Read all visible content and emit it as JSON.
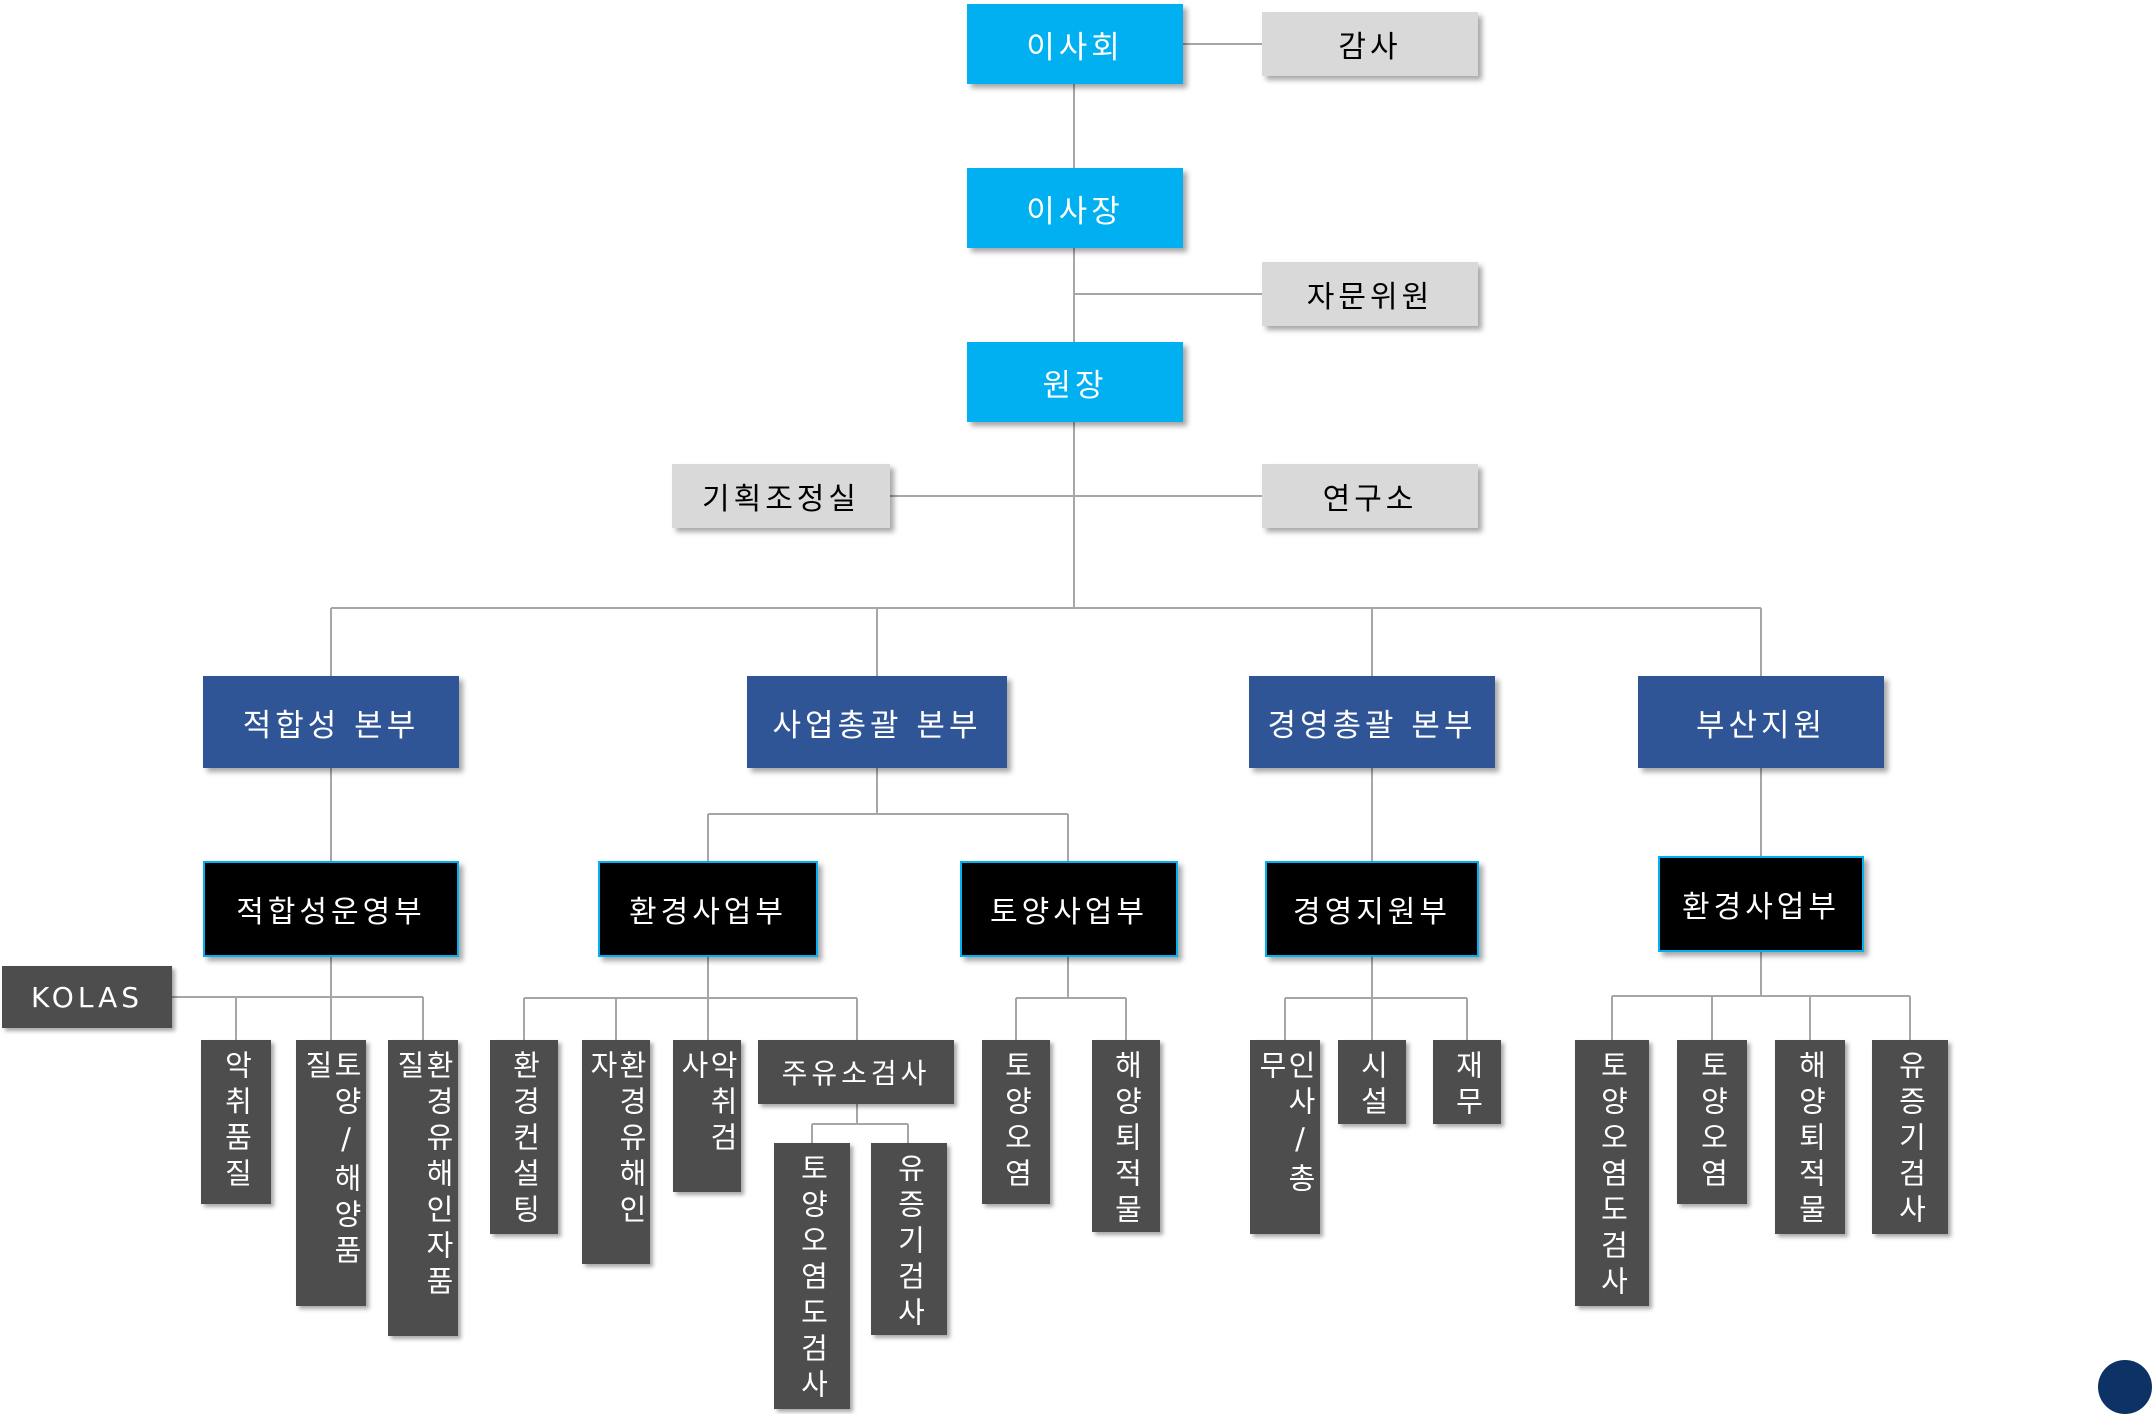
{
  "top": {
    "board": "이사회",
    "auditor": "감사",
    "chairman": "이사장",
    "advisor": "자문위원",
    "director": "원장",
    "planning": "기획조정실",
    "research": "연구소"
  },
  "headquarters": {
    "conformity": {
      "label": "적합성 본부",
      "dept": "적합성운영부",
      "kolas": "KOLAS",
      "teams": [
        "악취품질",
        "토양/해양품질",
        "환경유해인자품질"
      ]
    },
    "business": {
      "label": "사업총괄 본부",
      "env_dept": "환경사업부",
      "env_teams": [
        "환경컨설팅",
        "환경유해인자",
        "악취검사"
      ],
      "gas_station": "주유소검사",
      "gas_teams": [
        "토양오염도검사",
        "유증기검사"
      ],
      "soil_dept": "토양사업부",
      "soil_teams": [
        "토양오염",
        "해양퇴적물"
      ]
    },
    "management": {
      "label": "경영총괄 본부",
      "dept": "경영지원부",
      "teams": [
        "인사/총무",
        "시설",
        "재무"
      ]
    },
    "busan": {
      "label": "부산지원",
      "dept": "환경사업부",
      "teams": [
        "토양오염도검사",
        "토양오염",
        "해양퇴적물",
        "유증기검사"
      ]
    }
  },
  "colors": {
    "top_box": "#00b0f0",
    "staff_box": "#d9d9d9",
    "hq_box": "#2f5597",
    "dept_box": "#000000",
    "team_box": "#4d4d4d",
    "connector": "#a6a6a6"
  }
}
